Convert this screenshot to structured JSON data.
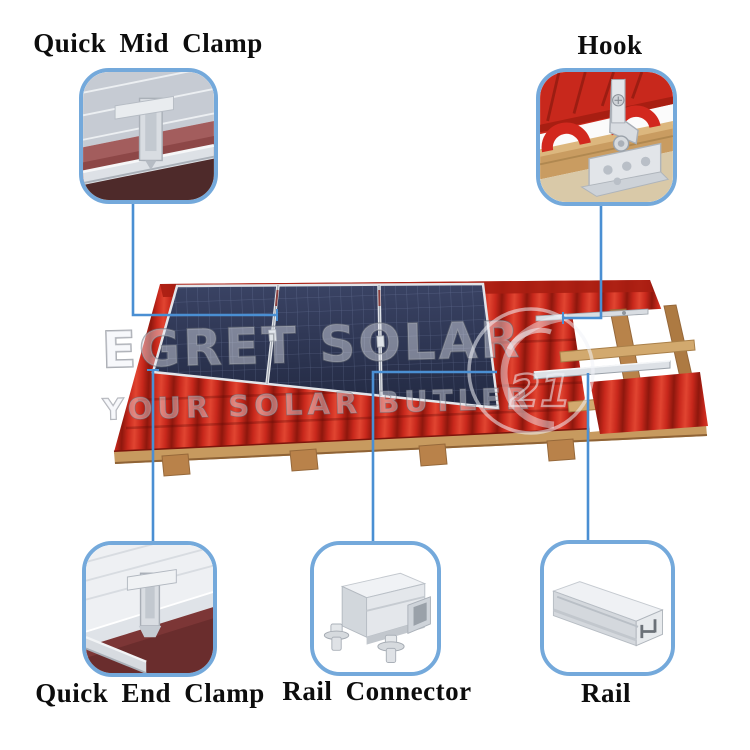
{
  "colors": {
    "callout_box_border": "#74a9db",
    "callout_line_blue": "#4a8fd3",
    "roof_red": "#c8281c",
    "roof_red_dark": "#8e170d",
    "panel_navy": "#2c3450",
    "wood_tan": "#c79a5f",
    "metal_silver": "#dde1e6",
    "label_black": "#0d0d0d"
  },
  "callouts": {
    "mid_clamp": {
      "label": "Quick Mid Clamp"
    },
    "hook": {
      "label": "Hook"
    },
    "end_clamp": {
      "label": "Quick End Clamp"
    },
    "rail_connector": {
      "label": "Rail Connector"
    },
    "rail": {
      "label": "Rail"
    }
  },
  "watermark": {
    "brand_line": "EGRET SOLAR",
    "tagline": "YOUR SOLAR BUTLER",
    "logo_text": "21"
  }
}
